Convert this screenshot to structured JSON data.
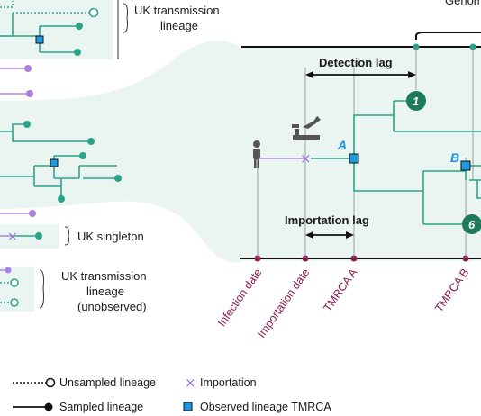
{
  "top_right_label": "Genom",
  "labels": {
    "uk_transmission": [
      "UK transmission",
      "lineage"
    ],
    "uk_singleton": "UK singleton",
    "uk_unobserved": [
      "UK transmission",
      "lineage",
      "(unobserved)"
    ],
    "detection_lag": "Detection lag",
    "importation_lag": "Importation lag",
    "node_a": "A",
    "node_b": "B",
    "tip_1": "1",
    "tip_6": "6"
  },
  "axis_labels": [
    "Infection date",
    "Importation date",
    "TMRCA A",
    "TMRCA B"
  ],
  "legend": [
    {
      "key": "unsampled",
      "label": "Unsampled lineage"
    },
    {
      "key": "sampled",
      "label": "Sampled lineage"
    },
    {
      "key": "importation",
      "label": "Importation"
    },
    {
      "key": "tmrca",
      "label": "Observed lineage TMRCA"
    }
  ],
  "colors": {
    "lineage": "#2aa38b",
    "import_branch": "#b48be0",
    "tmrca": "#1f9be0",
    "axis": "#8b1a4a",
    "panel": "#eaf5f1"
  }
}
